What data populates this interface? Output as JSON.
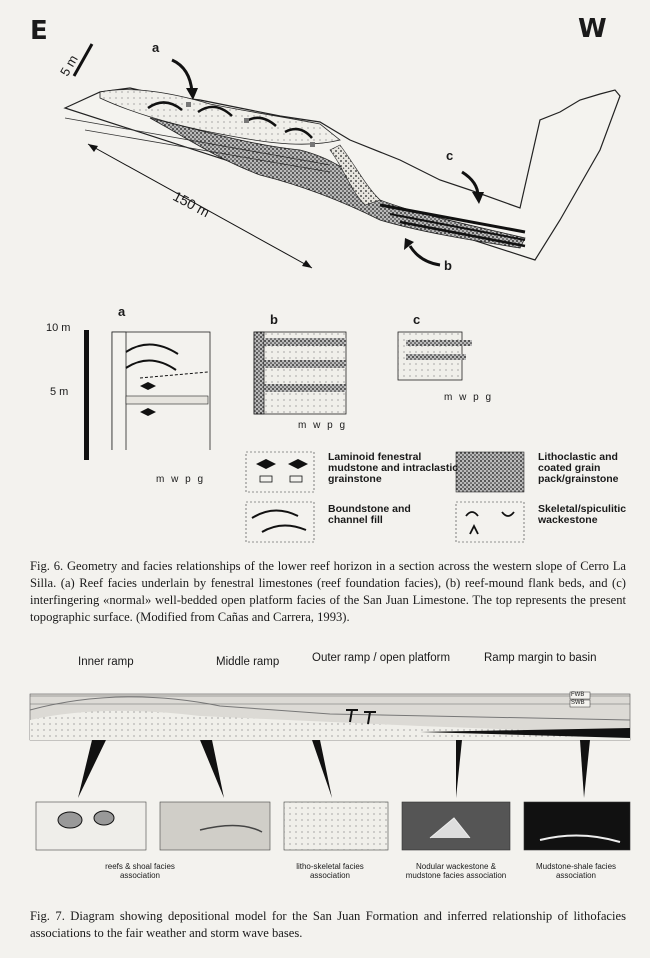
{
  "fig6": {
    "orient_east": "E",
    "orient_west": "W",
    "scale_height": "5 m",
    "scale_length": "150 m",
    "loc_a": "a",
    "loc_b": "b",
    "loc_c": "c",
    "section_scale_top": "10 m",
    "section_scale_mid": "5 m",
    "col_a": "a",
    "col_b": "b",
    "col_c": "c",
    "axis_a": "m w p g",
    "axis_b": "m w p g",
    "axis_c": "m w p g",
    "legend": [
      "Laminoid fenestral mudstone and intraclastic grainstone",
      "Lithoclastic and coated grain pack/grainstone",
      "Boundstone and channel fill",
      "Skeletal/spiculitic wackestone"
    ],
    "caption": "Fig. 6. Geometry and facies relationships of the lower reef horizon in a section across the western slope of Cerro La Silla. (a) Reef facies underlain by fenestral limestones (reef foundation facies), (b) reef-mound flank beds, and (c) interfingering «normal» well-bedded open platform facies of the San Juan Limestone. The top represents the present topographic surface. (Modified from Cañas and Carrera, 1993)."
  },
  "fig7": {
    "zones": [
      "Inner ramp",
      "Middle ramp",
      "Outer ramp / open platform",
      "Ramp margin to basin"
    ],
    "fwb": "FWB",
    "swb": "SWB",
    "associations": [
      "reefs & shoal facies association",
      "litho-skeletal facies association",
      "Nodular wackestone & mudstone facies association",
      "Mudstone-shale facies association"
    ],
    "caption": "Fig. 7. Diagram showing depositional model for the San Juan Formation and inferred relationship of lithofacies associations to the fair weather and storm wave bases."
  }
}
